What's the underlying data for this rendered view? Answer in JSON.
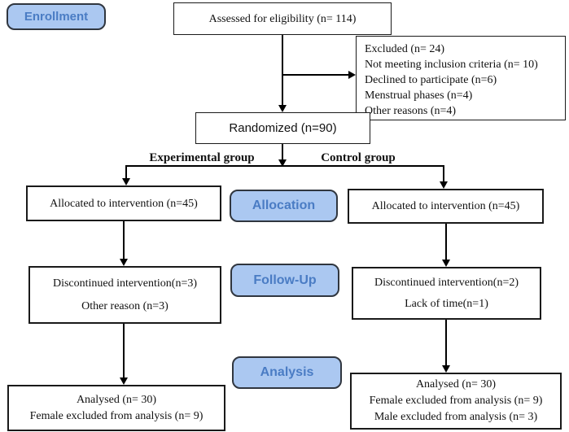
{
  "colors": {
    "stage_fill": "#abc8f1",
    "stage_text": "#4a7cc4",
    "stage_border": "#30363f",
    "box_border": "#1a1a1a",
    "line": "#000000",
    "background": "#ffffff"
  },
  "stages": {
    "enrollment": "Enrollment",
    "allocation": "Allocation",
    "follow_up": "Follow-Up",
    "analysis": "Analysis"
  },
  "flow": {
    "assessed": {
      "text": "Assessed for eligibility (n= 114)"
    },
    "excluded": {
      "lines": [
        "Excluded (n= 24)",
        "Not meeting inclusion criteria (n= 10)",
        "Declined to participate (n=6)",
        "Menstrual phases (n=4)",
        "Other reasons (n=4)"
      ]
    },
    "randomized": {
      "text": "Randomized (n=90)"
    },
    "branch_labels": {
      "left": "Experimental group",
      "right": "Control group"
    },
    "allocation_left": {
      "text": "Allocated to intervention (n=45)"
    },
    "allocation_right": {
      "text": "Allocated to intervention (n=45)"
    },
    "follow_up_left": {
      "lines": [
        "Discontinued intervention(n=3)",
        "Other reason (n=3)"
      ]
    },
    "follow_up_right": {
      "lines": [
        "Discontinued intervention(n=2)",
        "Lack of time(n=1)"
      ]
    },
    "analysis_left": {
      "lines": [
        "Analysed (n= 30)",
        "Female excluded from analysis (n= 9)"
      ]
    },
    "analysis_right": {
      "lines": [
        "Analysed (n= 30)",
        "Female excluded from analysis (n= 9)",
        "Male excluded from analysis (n= 3)"
      ]
    }
  }
}
